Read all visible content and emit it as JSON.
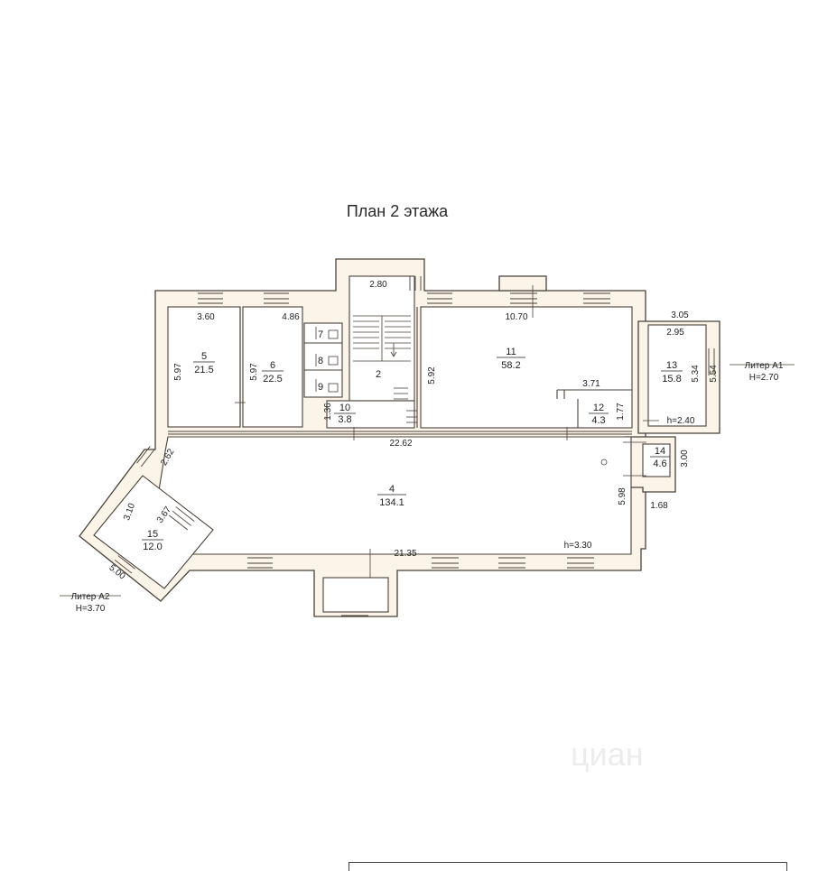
{
  "title": "План 2 этажа",
  "rooms": [
    {
      "id": "r5",
      "n": "5",
      "area": "21.5"
    },
    {
      "id": "r6",
      "n": "6",
      "area": "22.5"
    },
    {
      "id": "r7",
      "n": "7"
    },
    {
      "id": "r8",
      "n": "8"
    },
    {
      "id": "r9",
      "n": "9"
    },
    {
      "id": "r2",
      "n": "2"
    },
    {
      "id": "r10",
      "n": "10",
      "area": "3.8"
    },
    {
      "id": "r11",
      "n": "11",
      "area": "58.2"
    },
    {
      "id": "r12",
      "n": "12",
      "area": "4.3"
    },
    {
      "id": "r13",
      "n": "13",
      "area": "15.8"
    },
    {
      "id": "r14",
      "n": "14",
      "area": "4.6"
    },
    {
      "id": "r4",
      "n": "4",
      "area": "134.1"
    },
    {
      "id": "r15",
      "n": "15",
      "area": "12.0"
    }
  ],
  "dims": {
    "d280": "2.80",
    "d360": "3.60",
    "d486": "4.86",
    "d1070": "10.70",
    "d305": "3.05",
    "d295": "2.95",
    "d597a": "5.97",
    "d597b": "5.97",
    "d592": "5.92",
    "d136": "1.36",
    "d371": "3.71",
    "d177": "1.77",
    "d534": "5.34",
    "d554": "5.54",
    "h240": "h=2.40",
    "d2262": "22.62",
    "d262": "2.62",
    "d300": "3.00",
    "d310": "3.10",
    "d367": "3.67",
    "d598": "5.98",
    "d168": "1.68",
    "d2135": "21.35",
    "h330": "h=3.30",
    "d500": "5.00"
  },
  "liters": {
    "a1_name": "Литер А1",
    "a1_h": "Н=2.70",
    "a2_name": "Литер А2",
    "a2_h": "Н=3.70"
  },
  "watermark": "циан"
}
